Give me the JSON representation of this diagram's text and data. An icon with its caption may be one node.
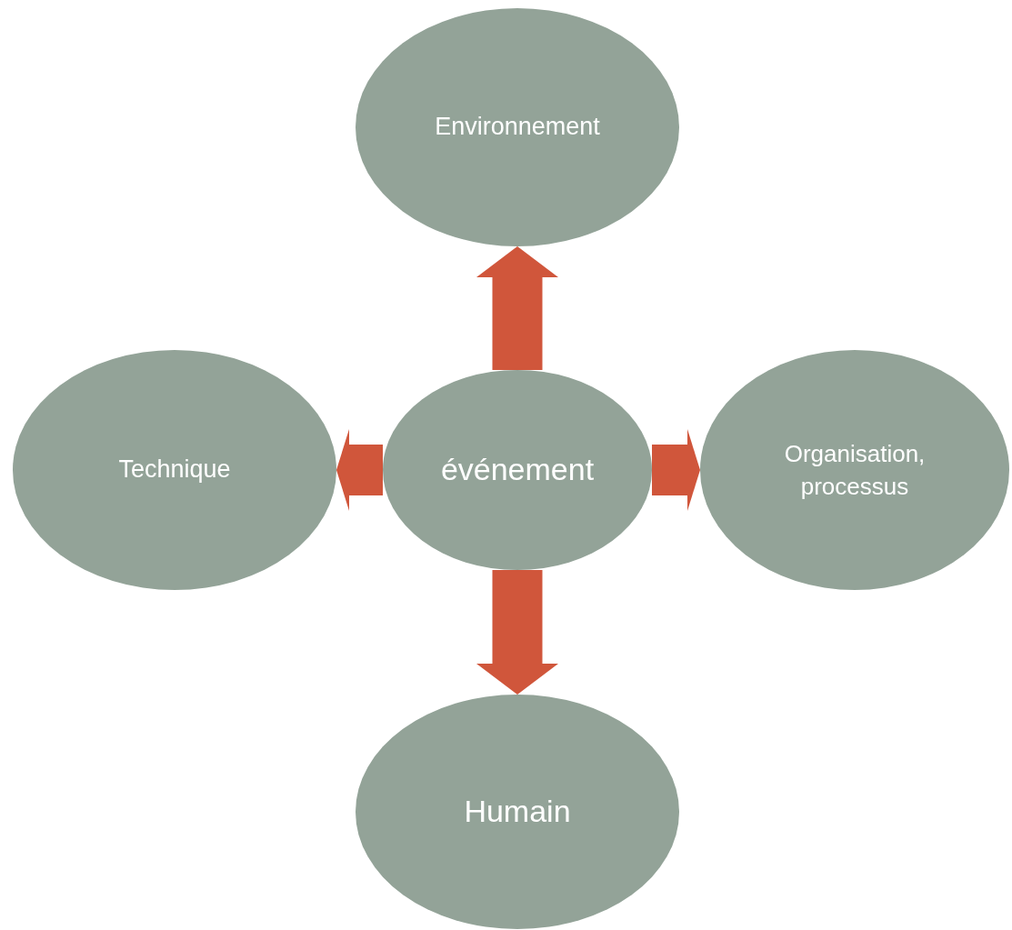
{
  "diagram": {
    "nodes": [
      {
        "text": [
          "Environnement"
        ]
      },
      {
        "text": [
          "Technique"
        ]
      },
      {
        "text": [
          "événement"
        ]
      },
      {
        "text": [
          "Organisation, processus"
        ]
      },
      {
        "text": [
          "Humain"
        ]
      }
    ],
    "edges": [
      {
        "from": 2,
        "to": 0,
        "arrow": "to"
      },
      {
        "from": 2,
        "to": 1,
        "arrow": "to"
      },
      {
        "from": 2,
        "to": 3,
        "arrow": "to"
      },
      {
        "from": 2,
        "to": 4,
        "arrow": "to"
      }
    ]
  }
}
